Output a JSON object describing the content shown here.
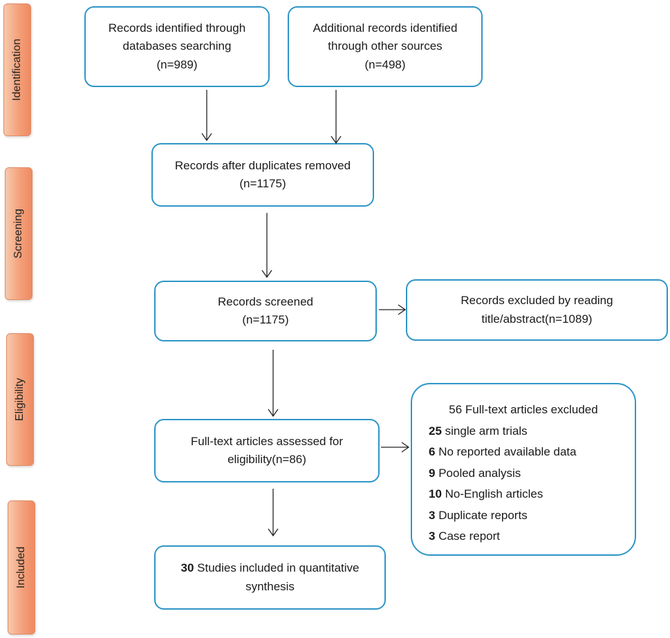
{
  "stages": {
    "identification": "Identification",
    "screening": "Screening",
    "eligibility": "Eligibility",
    "included": "Included"
  },
  "boxes": {
    "db_search": {
      "line1": "Records identified through",
      "line2": "databases searching",
      "line3": "(n=989)"
    },
    "other_sources": {
      "line1": "Additional records identified",
      "line2": "through other sources",
      "line3": "(n=498)"
    },
    "after_duplicates": {
      "line1": "Records after duplicates removed",
      "line2": "(n=1175)"
    },
    "screened": {
      "line1": "Records screened",
      "line2": "(n=1175)"
    },
    "excluded_title": {
      "line1": "Records excluded by reading",
      "line2": "title/abstract(n=1089)"
    },
    "fulltext": {
      "line1": "Full-text articles assessed for",
      "line2": "eligibility(n=86)"
    },
    "included": {
      "count": "30",
      "line1": " Studies included in quantitative",
      "line2": "synthesis"
    }
  },
  "fulltext_excluded": {
    "header": "56 Full-text articles excluded",
    "items": [
      {
        "count": "25",
        "label": " single arm trials"
      },
      {
        "count": "6",
        "label": " No reported available data"
      },
      {
        "count": "9",
        "label": " Pooled analysis"
      },
      {
        "count": "10",
        "label": " No-English articles"
      },
      {
        "count": "3",
        "label": " Duplicate reports"
      },
      {
        "count": "3",
        "label": " Case report"
      }
    ]
  }
}
